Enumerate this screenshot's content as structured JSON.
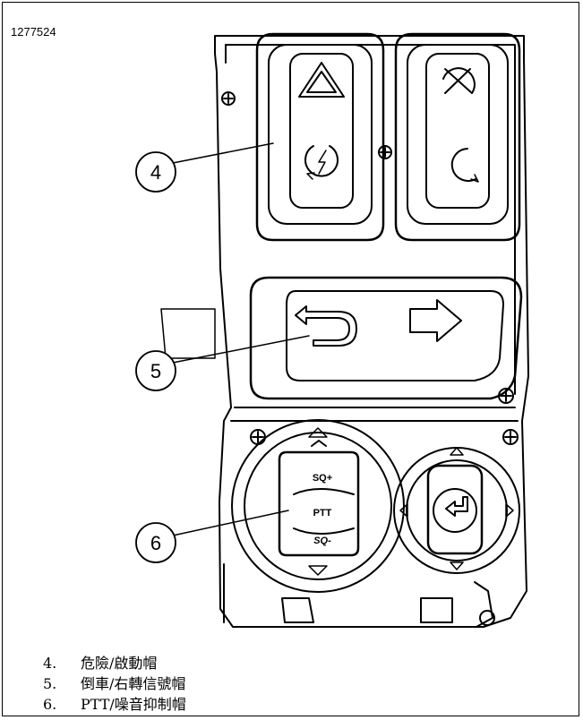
{
  "figure_id": "1277524",
  "callouts": [
    {
      "number": "4"
    },
    {
      "number": "5"
    },
    {
      "number": "6"
    }
  ],
  "button_labels": {
    "sq_plus": "SQ+",
    "ptt": "PTT",
    "sq_minus": "SQ-"
  },
  "legend": [
    {
      "number": "4.",
      "text": "危險/啟動帽"
    },
    {
      "number": "5.",
      "text": "倒車/右轉信號帽"
    },
    {
      "number": "6.",
      "text": "PTT/噪音抑制帽"
    }
  ]
}
